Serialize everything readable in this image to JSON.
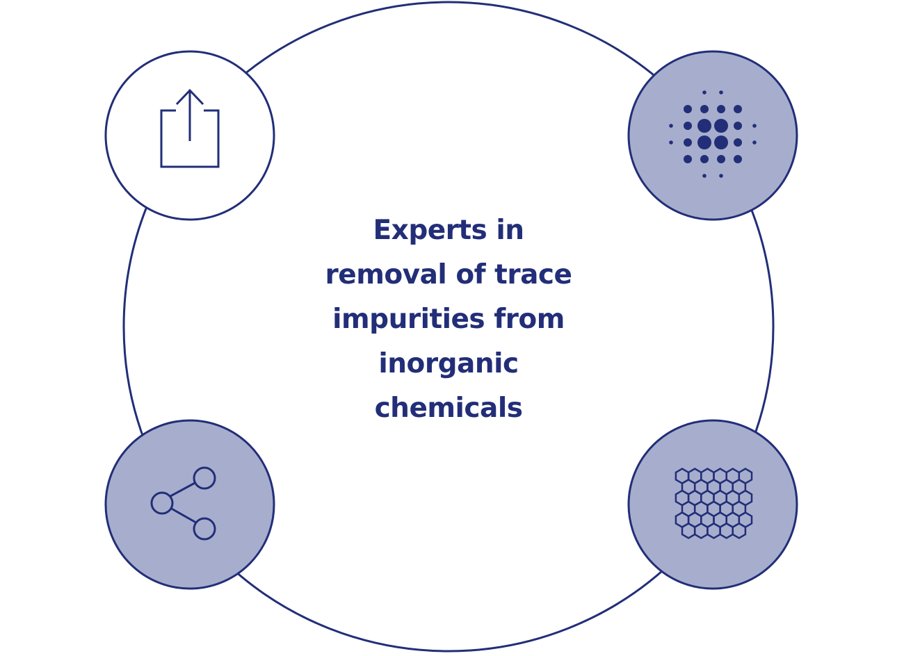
{
  "colors": {
    "stroke": "#222e78",
    "fill_filled": "#a7aecd",
    "fill_outline": "#ffffff",
    "text": "#222e78"
  },
  "center": {
    "lines": [
      "Experts in",
      "removal of trace",
      "impurities from",
      "inorganic",
      "chemicals"
    ]
  },
  "nodes": [
    {
      "name": "node-top-left",
      "icon": "share-upload-icon",
      "style": "outline"
    },
    {
      "name": "node-top-right",
      "icon": "dot-matrix-icon",
      "style": "filled"
    },
    {
      "name": "node-bottom-left",
      "icon": "share-network-icon",
      "style": "filled"
    },
    {
      "name": "node-bottom-right",
      "icon": "hexagon-lattice-icon",
      "style": "filled"
    }
  ]
}
